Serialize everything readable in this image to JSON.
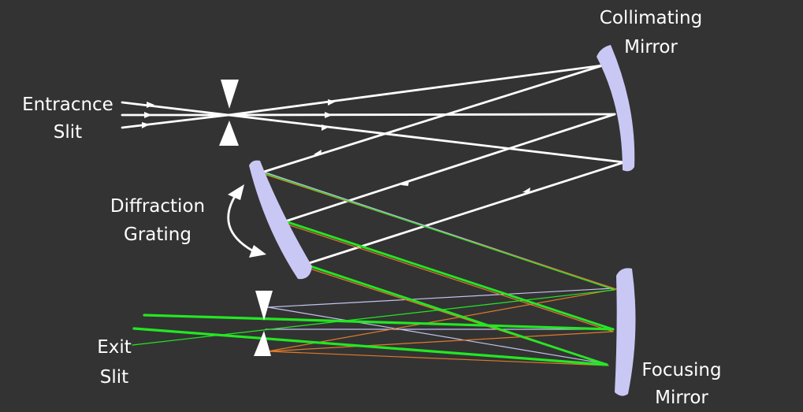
{
  "labels": {
    "entrance_line1": "Entracnce",
    "entrance_line2": "Slit",
    "grating_line1": "Diffraction",
    "grating_line2": "Grating",
    "collimating_line1": "Collimating",
    "collimating_line2": "Mirror",
    "focusing_line1": "Focusing",
    "focusing_line2": "Mirror",
    "exit_line1": "Exit",
    "exit_line2": "Slit"
  },
  "colors": {
    "background": "#333333",
    "mirror": "#c9c8f4",
    "slit": "#ffffff",
    "beam": "#ffffff",
    "green": "#22e822",
    "orange": "#e07a2a",
    "lavender": "#c4c4f2"
  }
}
